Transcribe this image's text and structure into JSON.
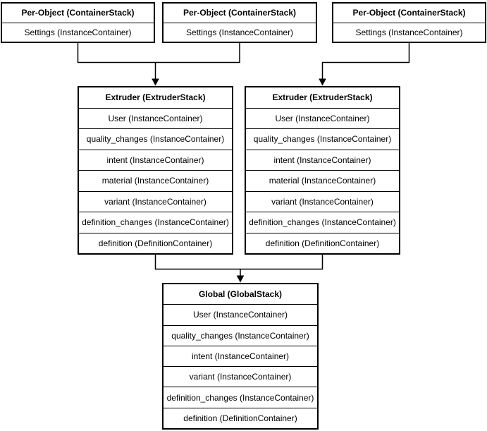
{
  "colors": {
    "stroke": "#000000",
    "box_fill": "#ffffff",
    "text": "#000000",
    "background": "#ffffff"
  },
  "diagram": {
    "per_object_stacks": [
      {
        "title": "Per-Object (ContainerStack)",
        "rows": [
          "Settings (InstanceContainer)"
        ]
      },
      {
        "title": "Per-Object (ContainerStack)",
        "rows": [
          "Settings (InstanceContainer)"
        ]
      },
      {
        "title": "Per-Object (ContainerStack)",
        "rows": [
          "Settings (InstanceContainer)"
        ]
      }
    ],
    "extruder_stacks": [
      {
        "title": "Extruder (ExtruderStack)",
        "rows": [
          "User (InstanceContainer)",
          "quality_changes (InstanceContainer)",
          "intent (InstanceContainer)",
          "material (InstanceContainer)",
          "variant (InstanceContainer)",
          "definition_changes (InstanceContainer)",
          "definition (DefinitionContainer)"
        ]
      },
      {
        "title": "Extruder (ExtruderStack)",
        "rows": [
          "User (InstanceContainer)",
          "quality_changes (InstanceContainer)",
          "intent (InstanceContainer)",
          "material (InstanceContainer)",
          "variant (InstanceContainer)",
          "definition_changes (InstanceContainer)",
          "definition (DefinitionContainer)"
        ]
      }
    ],
    "global_stack": {
      "title": "Global (GlobalStack)",
      "rows": [
        "User (InstanceContainer)",
        "quality_changes (InstanceContainer)",
        "intent (InstanceContainer)",
        "variant (InstanceContainer)",
        "definition_changes (InstanceContainer)",
        "definition (DefinitionContainer)"
      ]
    }
  }
}
